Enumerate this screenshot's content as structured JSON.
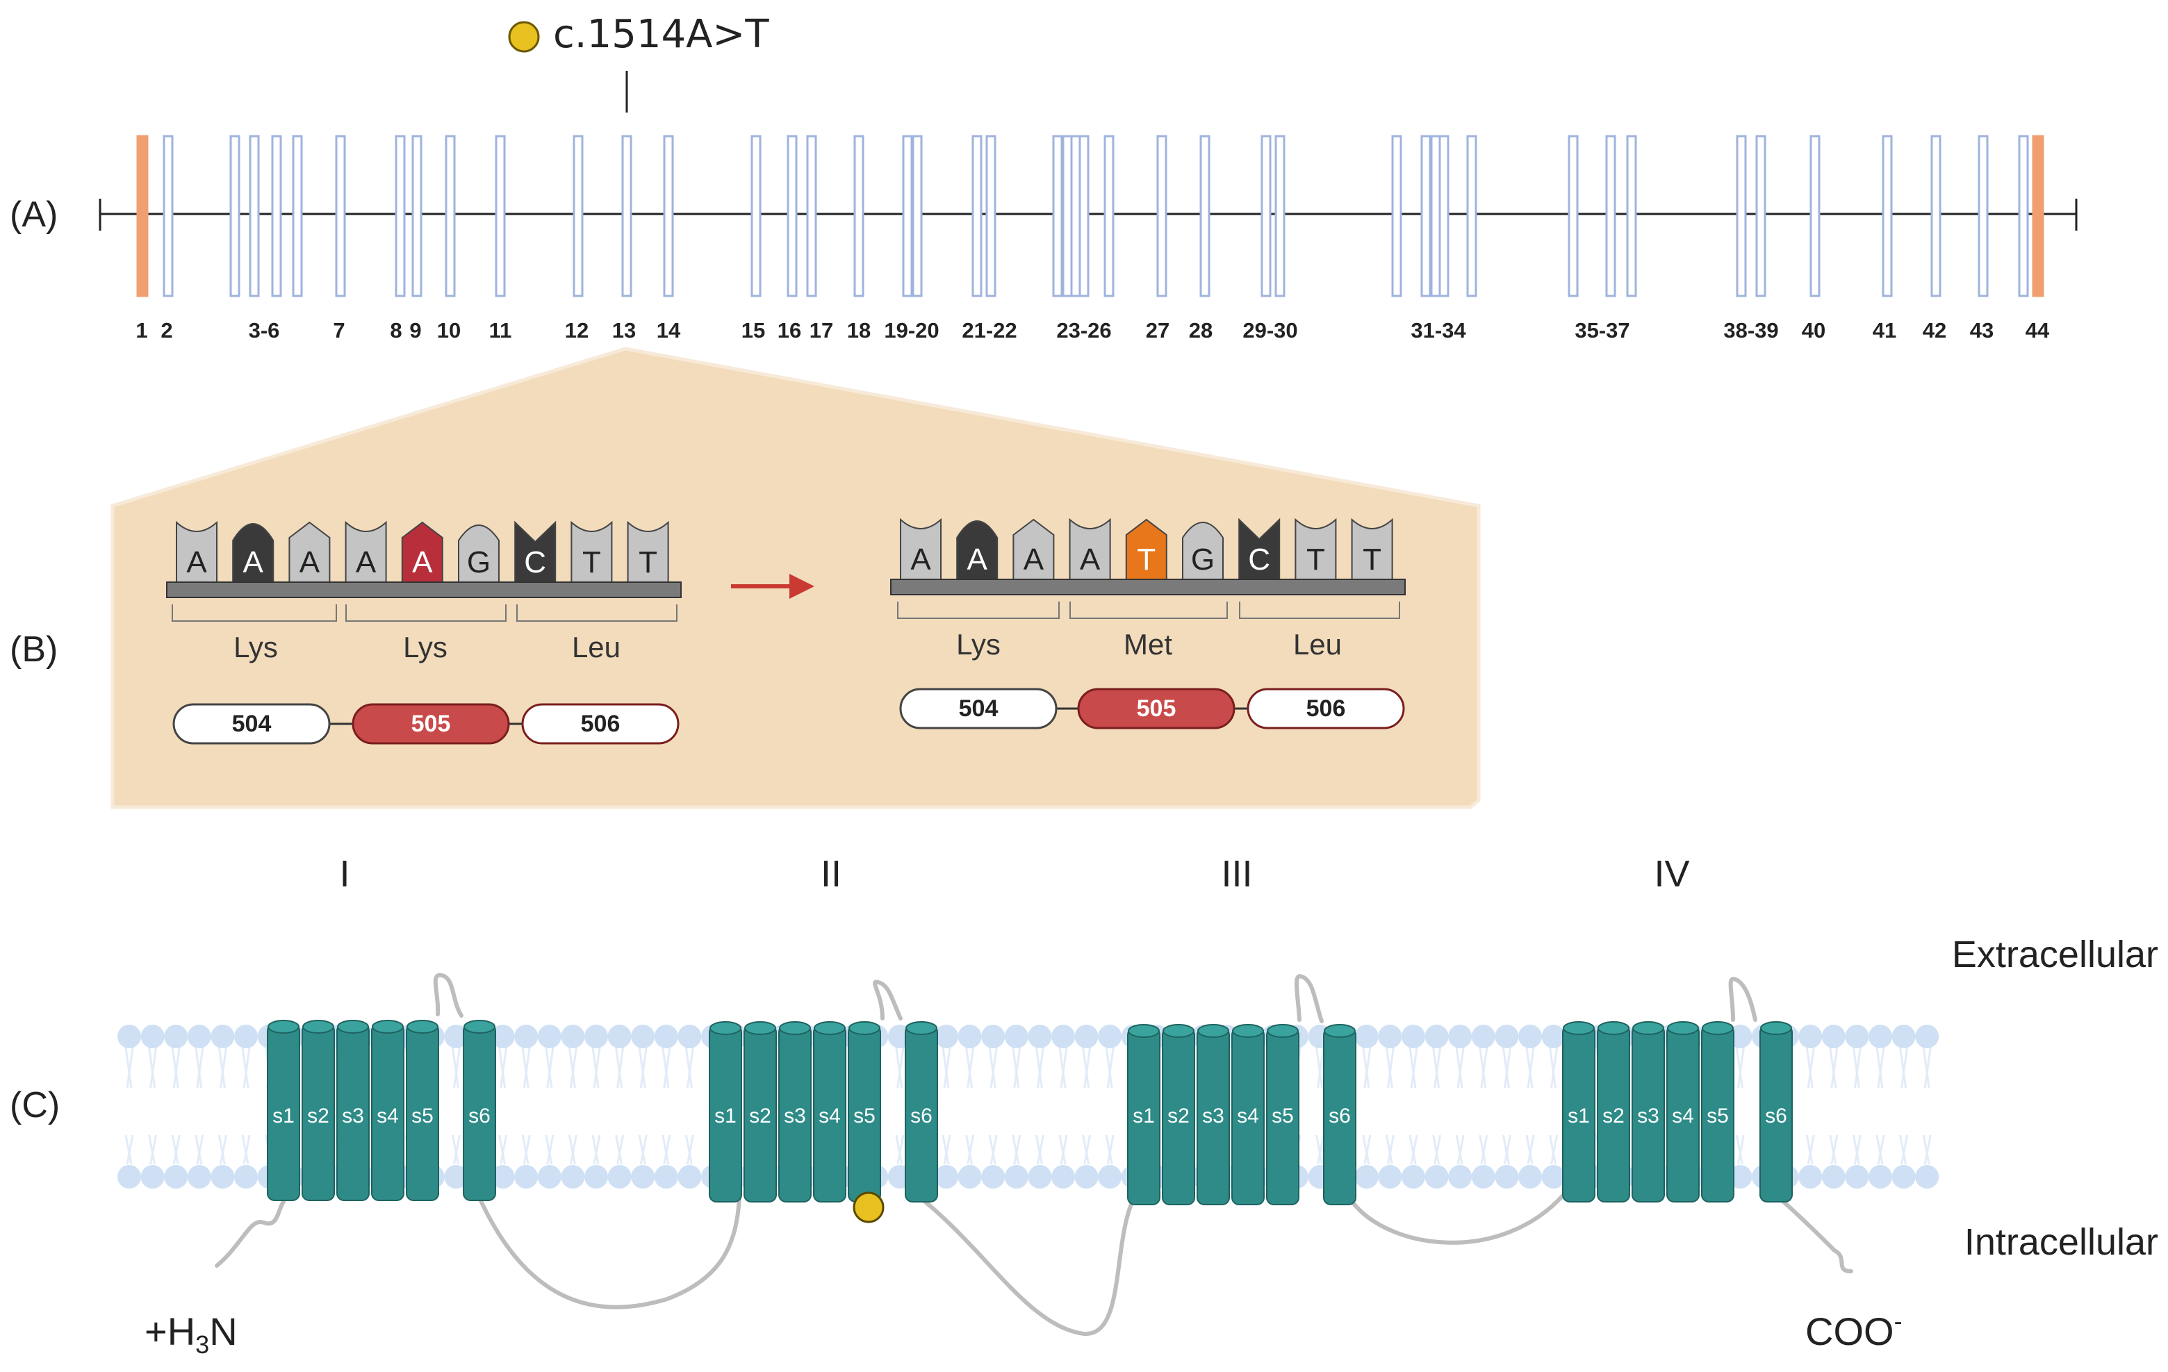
{
  "panel_labels": {
    "a": "(A)",
    "b": "(B)",
    "c": "(C)"
  },
  "mutation": {
    "label": "c.1514A>T",
    "marker_color": "#e8c020"
  },
  "colors": {
    "exon_outline": "#9fb3dc",
    "utr_exon": "#f0a070",
    "inset_bg": "#f2dcbc",
    "helix": "#2e8b87",
    "lipid": "#cfe0f5",
    "nt_light": "#c4c4c4",
    "nt_dark": "#3a3a3a",
    "nt_mutant_ref": "#b82e3a",
    "nt_mutant_alt": "#e8761a",
    "residue_red": "#c94a4a",
    "arrow": "#c83a32"
  },
  "exon_labels": [
    "1",
    "2",
    "3-6",
    "7",
    "8",
    "9",
    "10",
    "11",
    "12",
    "13",
    "14",
    "15",
    "16",
    "17",
    "18",
    "19-20",
    "21-22",
    "23-26",
    "27",
    "28",
    "29-30",
    "31-34",
    "35-37",
    "38-39",
    "40",
    "41",
    "42",
    "43",
    "44"
  ],
  "sequence": {
    "reference": {
      "nucleotides": [
        "A",
        "A",
        "A",
        "A",
        "A",
        "G",
        "C",
        "T",
        "T"
      ],
      "codons": [
        "Lys",
        "Lys",
        "Leu"
      ],
      "residues": [
        "504",
        "505",
        "506"
      ]
    },
    "mutant": {
      "nucleotides": [
        "A",
        "A",
        "A",
        "A",
        "T",
        "G",
        "C",
        "T",
        "T"
      ],
      "codons": [
        "Lys",
        "Met",
        "Leu"
      ],
      "residues": [
        "504",
        "505",
        "506"
      ]
    }
  },
  "protein": {
    "domains": [
      "I",
      "II",
      "III",
      "IV"
    ],
    "segments": [
      "s1",
      "s2",
      "s3",
      "s4",
      "s5",
      "s6"
    ],
    "extracellular": "Extracellular",
    "intracellular": "Intracellular",
    "n_terminus": {
      "prefix": "+H",
      "sub": "3",
      "suffix": "N"
    },
    "c_terminus": {
      "text": "COO",
      "sup": "-"
    }
  }
}
